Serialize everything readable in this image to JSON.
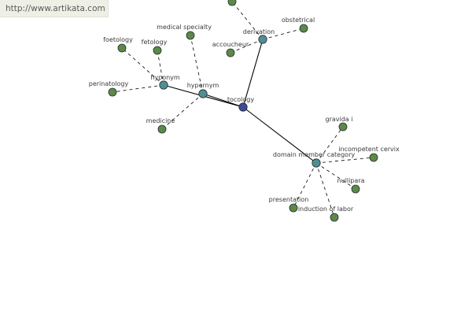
{
  "site": {
    "url": "http://www.artikata.com"
  },
  "colors": {
    "center": "#3d4a9a",
    "relation": "#4e8f94",
    "leaf": "#5a8a4a",
    "edge": "#000000"
  },
  "graph": {
    "nodes": [
      {
        "id": "center",
        "label": "tocology",
        "kind": "center"
      },
      {
        "id": "hyponym",
        "label": "hyponym",
        "kind": "relation"
      },
      {
        "id": "hypernym",
        "label": "hypernym",
        "kind": "relation"
      },
      {
        "id": "derivation",
        "label": "derivation",
        "kind": "relation"
      },
      {
        "id": "domain",
        "label": "domain member category",
        "kind": "relation"
      },
      {
        "id": "foetology",
        "label": "foetology",
        "kind": "leaf"
      },
      {
        "id": "fetology",
        "label": "fetology",
        "kind": "leaf"
      },
      {
        "id": "perinatology",
        "label": "perinatology",
        "kind": "leaf"
      },
      {
        "id": "medspec",
        "label": "medical specialty",
        "kind": "leaf"
      },
      {
        "id": "medicine",
        "label": "medicine",
        "kind": "leaf"
      },
      {
        "id": "accoucheur",
        "label": "accoucheur",
        "kind": "leaf"
      },
      {
        "id": "obstetrical",
        "label": "obstetrical",
        "kind": "leaf"
      },
      {
        "id": "gravida",
        "label": "gravida i",
        "kind": "leaf"
      },
      {
        "id": "cervix",
        "label": "incompetent cervix",
        "kind": "leaf"
      },
      {
        "id": "nullipara",
        "label": "nullipara",
        "kind": "leaf"
      },
      {
        "id": "presentation",
        "label": "presentation",
        "kind": "leaf"
      },
      {
        "id": "induction",
        "label": "induction of labor",
        "kind": "leaf"
      },
      {
        "id": "deriv_top1",
        "label": "",
        "kind": "leaf"
      }
    ],
    "edges": [
      {
        "from": "center",
        "to": "hyponym",
        "style": "solid"
      },
      {
        "from": "center",
        "to": "hypernym",
        "style": "solid"
      },
      {
        "from": "center",
        "to": "derivation",
        "style": "solid"
      },
      {
        "from": "center",
        "to": "domain",
        "style": "solid"
      },
      {
        "from": "hyponym",
        "to": "foetology",
        "style": "dashed"
      },
      {
        "from": "hyponym",
        "to": "fetology",
        "style": "dashed"
      },
      {
        "from": "hyponym",
        "to": "perinatology",
        "style": "dashed"
      },
      {
        "from": "hypernym",
        "to": "medspec",
        "style": "dashed"
      },
      {
        "from": "hypernym",
        "to": "medicine",
        "style": "dashed"
      },
      {
        "from": "derivation",
        "to": "accoucheur",
        "style": "dashed"
      },
      {
        "from": "derivation",
        "to": "obstetrical",
        "style": "dashed"
      },
      {
        "from": "derivation",
        "to": "deriv_top1",
        "style": "dashed"
      },
      {
        "from": "domain",
        "to": "gravida",
        "style": "dashed"
      },
      {
        "from": "domain",
        "to": "cervix",
        "style": "dashed"
      },
      {
        "from": "domain",
        "to": "nullipara",
        "style": "dashed"
      },
      {
        "from": "domain",
        "to": "presentation",
        "style": "dashed"
      },
      {
        "from": "domain",
        "to": "induction",
        "style": "dashed"
      }
    ]
  }
}
